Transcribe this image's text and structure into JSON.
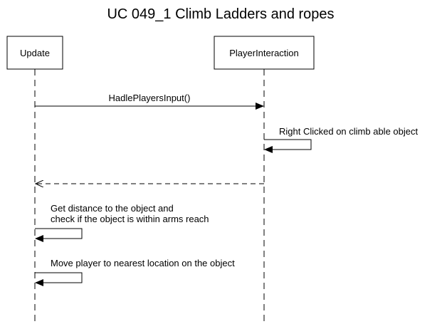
{
  "diagram": {
    "title": "UC 049_1 Climb Ladders and ropes",
    "participants": [
      {
        "id": "update",
        "label": "Update"
      },
      {
        "id": "player-interaction",
        "label": "PlayerInteraction"
      }
    ],
    "messages": [
      {
        "from": "update",
        "to": "player-interaction",
        "kind": "sync",
        "label": [
          "HadlePlayersInput()"
        ]
      },
      {
        "from": "player-interaction",
        "to": "player-interaction",
        "kind": "self",
        "label": [
          "Right Clicked on climb able object"
        ]
      },
      {
        "from": "player-interaction",
        "to": "update",
        "kind": "return",
        "label": []
      },
      {
        "from": "update",
        "to": "update",
        "kind": "self",
        "label": [
          "Get distance to the object and",
          "check if the object is within arms reach"
        ]
      },
      {
        "from": "update",
        "to": "update",
        "kind": "self",
        "label": [
          "Move player to nearest location on the object"
        ]
      }
    ]
  }
}
